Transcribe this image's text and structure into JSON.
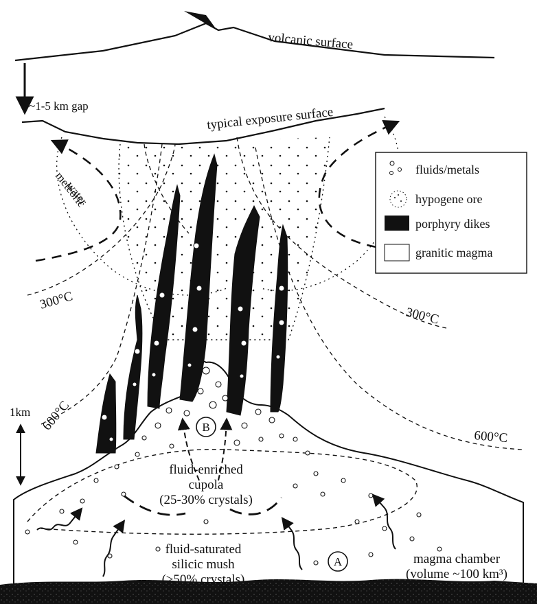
{
  "surfaces": {
    "volcanic": "volcanic surface",
    "exposure": "typical exposure surface",
    "gap": "~1-5 km gap"
  },
  "flow": {
    "meteoric_line1": "meteoric",
    "meteoric_line2": "water"
  },
  "isotherms": {
    "t300_left": "300°C",
    "t300_right": "300°C",
    "t600_left": "600°C",
    "t600_right": "600°C"
  },
  "scale": {
    "label": "1km"
  },
  "legend": {
    "items": [
      {
        "key": "fluids",
        "label": "fluids/metals"
      },
      {
        "key": "ore",
        "label": "hypogene ore"
      },
      {
        "key": "dikes",
        "label": "porphyry dikes"
      },
      {
        "key": "magma",
        "label": "granitic magma"
      }
    ]
  },
  "markers": {
    "b": "B",
    "a": "A"
  },
  "cupola": {
    "line1": "fluid-enriched",
    "line2": "cupola",
    "line3": "(25-30% crystals)"
  },
  "mush": {
    "line1": "fluid-saturated",
    "line2": "silicic mush",
    "line3": "(≥50% crystals)"
  },
  "chamber": {
    "line1": "magma chamber",
    "line2": "(volume ~100 km³)"
  },
  "colors": {
    "ink": "#111111",
    "paper": "#ffffff"
  }
}
